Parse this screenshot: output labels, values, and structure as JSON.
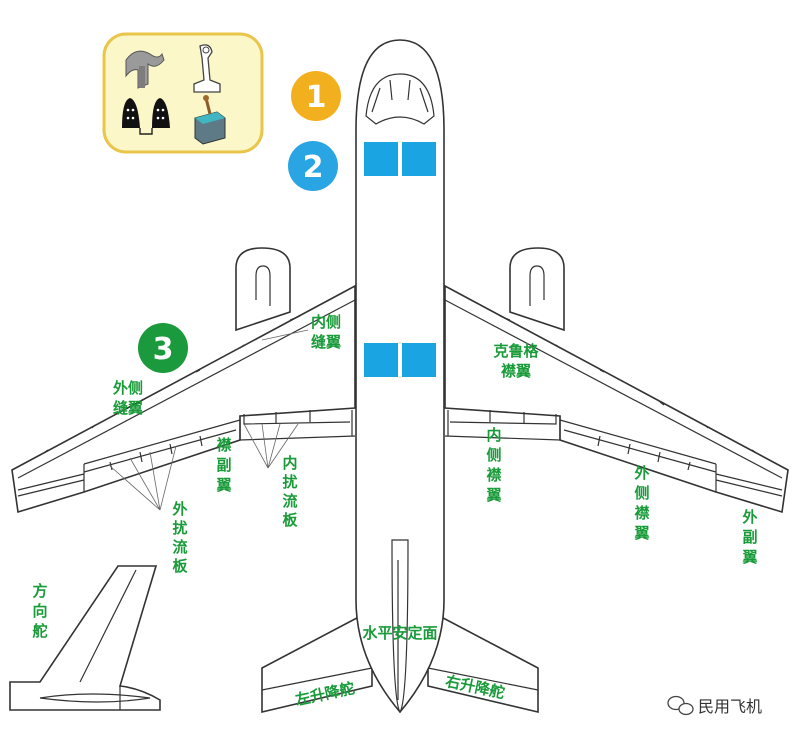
{
  "colors": {
    "badge_1": "#f2b01e",
    "badge_2": "#2aa5e3",
    "badge_3": "#1a9a3c",
    "spoiler_panel": "#1ba4e2",
    "label_green": "#1a9b3a",
    "control_box_fill": "#fcf7c9",
    "control_box_border": "#e9c54a"
  },
  "badges": {
    "one": "1",
    "two": "2",
    "three": "3"
  },
  "controls_icons": [
    "rudder-pedals-icon",
    "control-yoke-icon",
    "pedals-icon",
    "flap-lever-icon"
  ],
  "labels": {
    "inner_slat": [
      "内侧",
      "缝翼"
    ],
    "outer_slat": [
      "外侧",
      "缝翼"
    ],
    "krueger_flap": [
      "克鲁格",
      "襟翼"
    ],
    "left_flaperon": [
      "襟",
      "副",
      "翼"
    ],
    "left_inner_spoiler": [
      "内",
      "扰",
      "流",
      "板"
    ],
    "left_outer_spoiler": [
      "外",
      "扰",
      "流",
      "板"
    ],
    "right_inner_flap": [
      "内",
      "侧",
      "襟",
      "翼"
    ],
    "right_outer_flap": [
      "外",
      "侧",
      "襟",
      "翼"
    ],
    "right_aileron": [
      "外",
      "副",
      "翼"
    ],
    "rudder": [
      "方",
      "向",
      "舵"
    ],
    "horizontal_stabilizer": "水平安定面",
    "left_elevator": "左升降舵",
    "right_elevator": "右升降舵"
  },
  "watermark": {
    "text": "民用飞机"
  }
}
